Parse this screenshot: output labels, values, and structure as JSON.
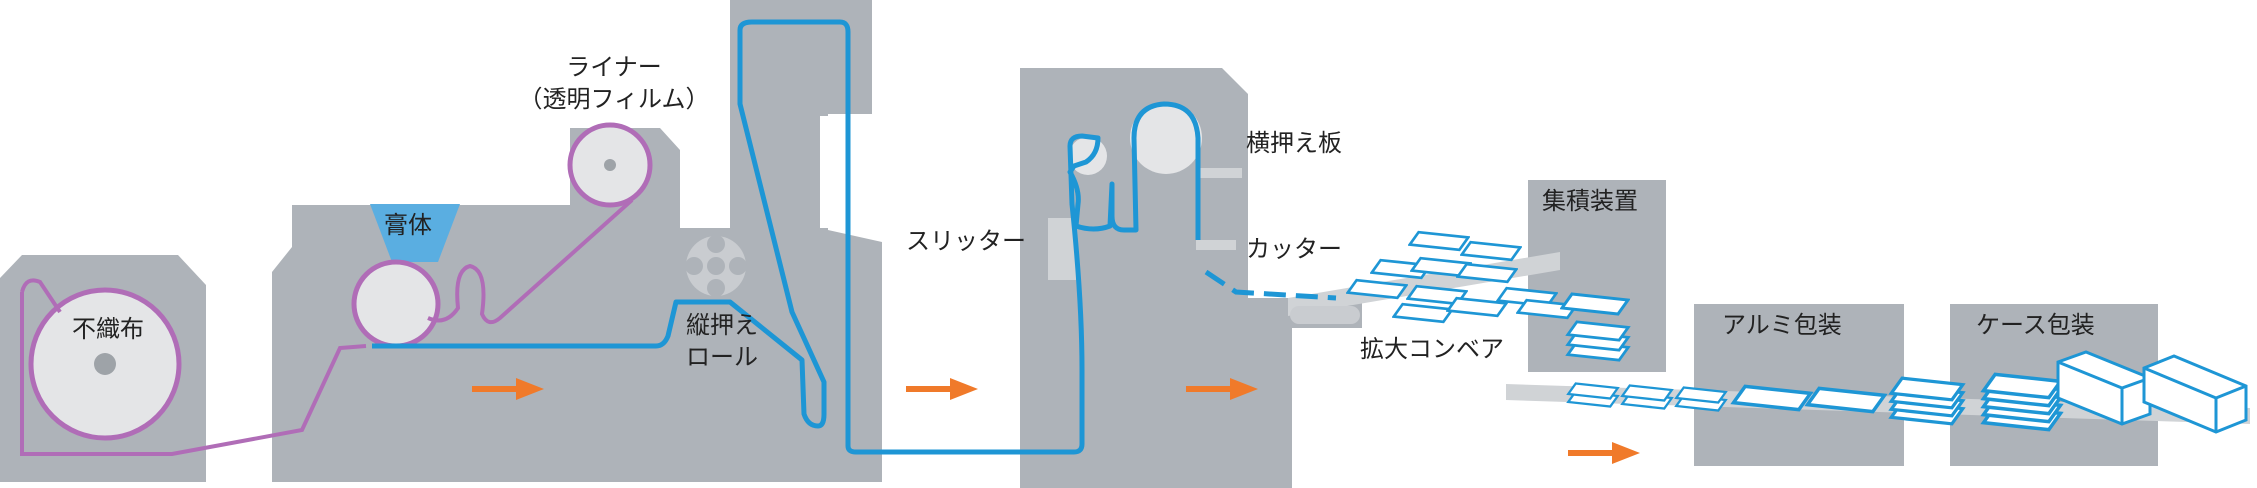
{
  "colors": {
    "machine_gray": "#aeb3b9",
    "light_gray": "#c9ccd0",
    "roll_fill": "#e4e5e7",
    "hub": "#9ea3a8",
    "nonwoven_path": "#b06db7",
    "liner_path": "#b06db7",
    "product_path": "#1e96d5",
    "arrow": "#f07a2a",
    "hopper": "#5aaee1",
    "belt": "#d0d3d6"
  },
  "labels": {
    "nonwoven": "不織布",
    "paste": "膏体",
    "liner_line1": "ライナー",
    "liner_line2": "（透明フィルム）",
    "press_roll_line1": "縦押え",
    "press_roll_line2": "ロール",
    "slitter": "スリッター",
    "side_press": "横押え板",
    "cutter": "カッター",
    "expand_conveyor": "拡大コンベア",
    "stacker": "集積装置",
    "aluminum_packing": "アルミ包装",
    "case_packing": "ケース包装"
  },
  "icons": [
    "flow-arrow-icon",
    "roll-icon",
    "hopper-icon",
    "guide-roller-icon",
    "sheet-icon",
    "box-icon"
  ]
}
